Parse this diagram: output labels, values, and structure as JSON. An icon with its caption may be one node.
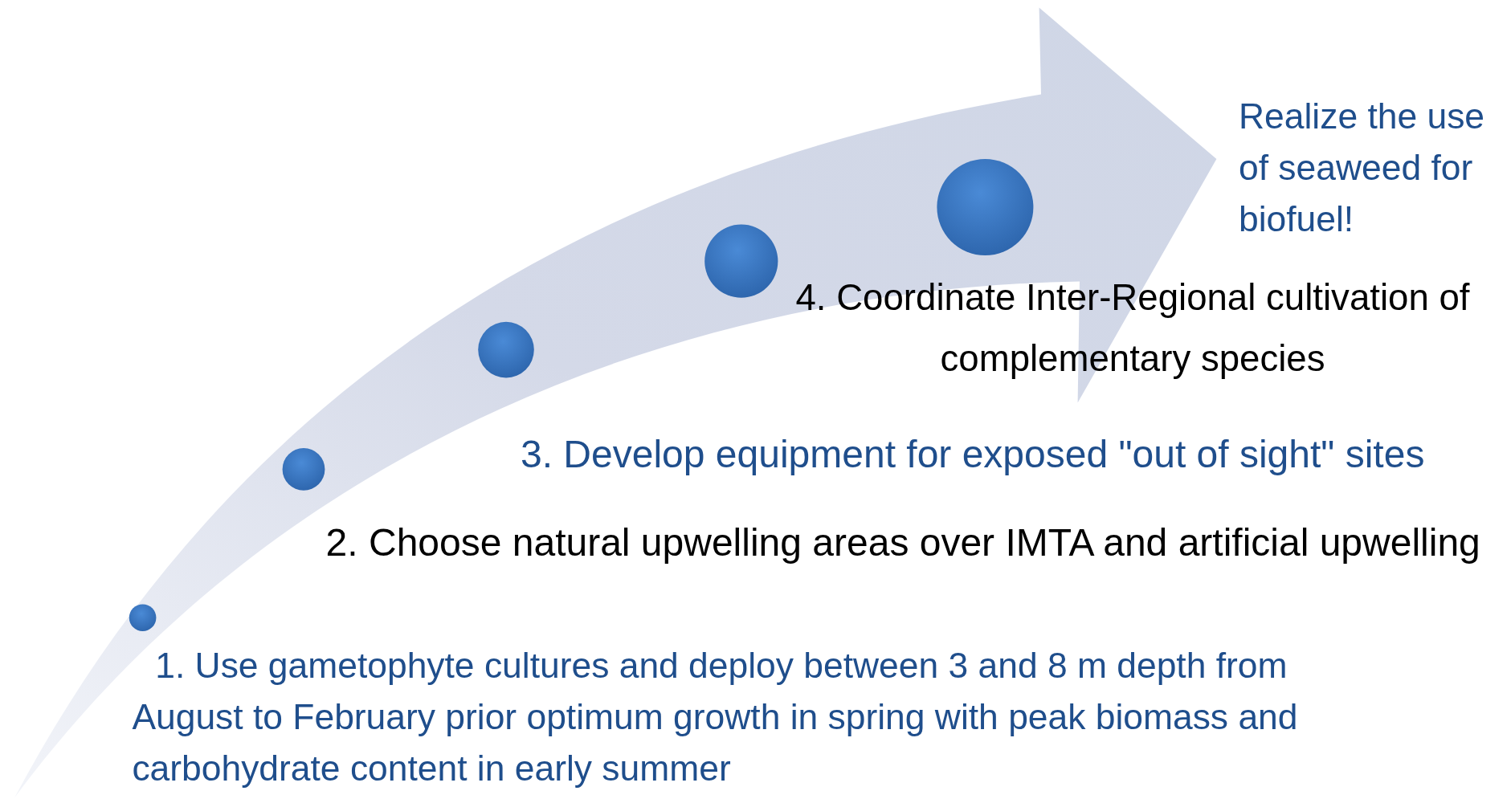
{
  "diagram": {
    "nodes": [
      {
        "text": [],
        "shape": "arrow"
      },
      {
        "text": [],
        "shape": "circle",
        "in": 0
      },
      {
        "text": [],
        "shape": "circle",
        "in": 0
      },
      {
        "text": [],
        "shape": "circle",
        "in": 0
      },
      {
        "text": [],
        "shape": "circle",
        "in": 0
      },
      {
        "text": [],
        "shape": "circle",
        "in": 0
      }
    ],
    "labels": [
      "Realize the use of seaweed for biofuel!",
      "4. Coordinate Inter-Regional cultivation of complementary species",
      "3. Develop equipment for exposed \"out of sight\" sites",
      "2. Choose natural upwelling areas over IMTA and artificial upwelling",
      "1. Use gametophyte cultures and deploy between 3 and 8 m depth from August to February prior optimum growth in spring with peak biomass and carbohydrate content in early summer"
    ]
  }
}
